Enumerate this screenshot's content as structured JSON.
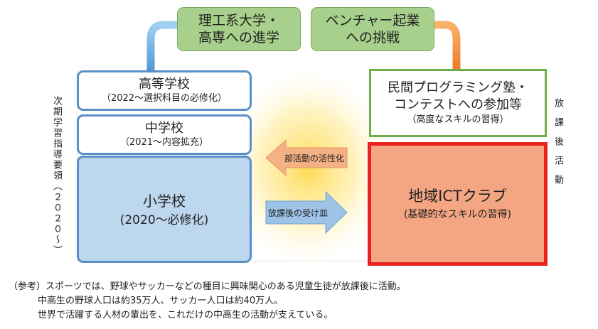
{
  "top": {
    "university": [
      "理工系大学・",
      "高専への進学"
    ],
    "startup": [
      "ベンチャー起業",
      "への挑戦"
    ]
  },
  "schools": {
    "high": {
      "name": "高等学校",
      "note": "（2022～選択科目の必修化）"
    },
    "middle": {
      "name": "中学校",
      "note": "（2021～内容拡充）"
    },
    "elementary": {
      "name": "小学校",
      "note": "(2020～必修化)"
    }
  },
  "right": {
    "private": {
      "line1": "民間プログラミング塾・",
      "line2": "コンテストへの参加等",
      "note": "（高度なスキルの習得）"
    },
    "club": {
      "name": "地域ICTクラブ",
      "note": "(基礎的なスキルの習得)"
    }
  },
  "arrows": {
    "club_activity": "部活動の活性化",
    "after_school": "放課後の受け皿"
  },
  "left_label": "次期学習指導要領（２０２０～）",
  "right_label": "放課後活動",
  "notes": [
    "（参考）スポーツでは、野球やサッカーなどの種目に興味関心のある児童生徒が放課後に活動。",
    "中高生の野球人口は約35万人、サッカー人口は約40万人。",
    "世界で活躍する人材の輩出を、これだけの中高生の活動が支えている。"
  ],
  "colors": {
    "green": "#a8d08d",
    "blue_border": "#5b8fc7",
    "elementary_fill": "#bdd7ee",
    "club_fill": "#f4a582",
    "club_border": "#e8231e",
    "orange_arc": "#f28a3c",
    "blue_arc": "#5ba3de"
  }
}
